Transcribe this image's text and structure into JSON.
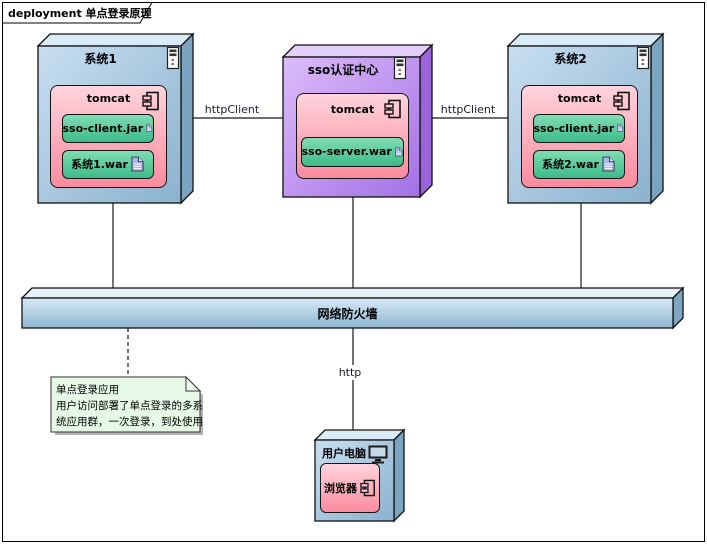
{
  "frame": {
    "title": "deployment 单点登录原理"
  },
  "nodes": {
    "system1": {
      "title": "系统1",
      "container": "tomcat",
      "artifacts": [
        "sso-client.jar",
        "系统1.war"
      ]
    },
    "sso_center": {
      "title": "sso认证中心",
      "container": "tomcat",
      "artifacts": [
        "sso-server.war"
      ]
    },
    "system2": {
      "title": "系统2",
      "container": "tomcat",
      "artifacts": [
        "sso-client.jar",
        "系统2.war"
      ]
    },
    "firewall": {
      "title": "网络防火墙"
    },
    "user_pc": {
      "title": "用户电脑",
      "browser": "浏览器"
    }
  },
  "connections": {
    "sys1_sso": "httpClient",
    "sso_sys2": "httpClient",
    "firewall_pc": "http"
  },
  "note": {
    "lines": [
      "单点登录应用",
      "用户访问部署了单点登录的多系",
      "统应用群，一次登录，到处使用"
    ]
  },
  "icons": {
    "node_icon": "server-tower-icon",
    "component_icon": "uml-component-icon",
    "artifact_icon": "document-artifact-icon",
    "computer_icon": "monitor-icon"
  },
  "colors": {
    "node_blue": "#8bb2ce",
    "node_purple": "#a470e6",
    "container_pink": "#fb8b9e",
    "artifact_green": "#3eba88",
    "firewall_blue": "#8fb6d2",
    "note_green": "#e6f9e6"
  }
}
